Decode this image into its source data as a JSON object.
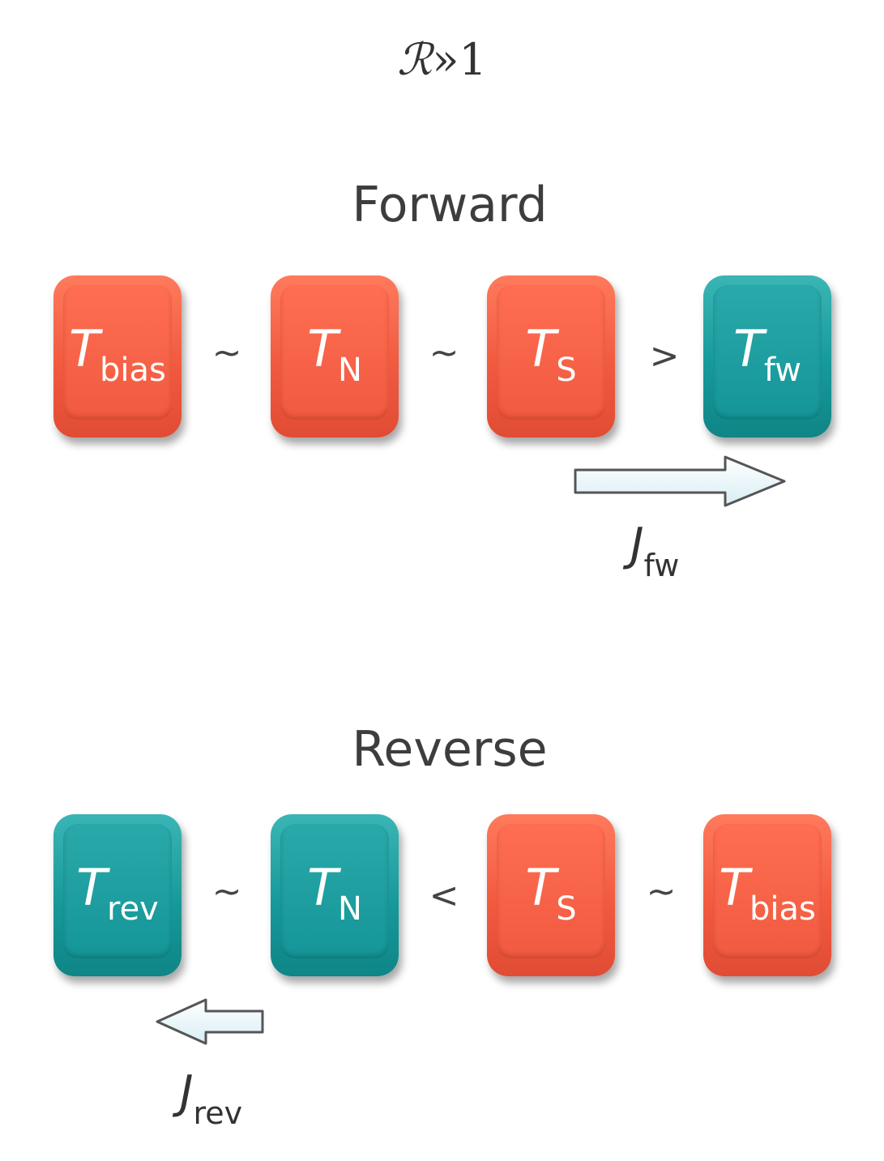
{
  "title": {
    "symbol": "ℛ",
    "relation": "»",
    "value": "1"
  },
  "forward": {
    "label": "Forward",
    "blocks": [
      {
        "main": "T",
        "sub": "bias",
        "color": "#f15a3f"
      },
      {
        "main": "T",
        "sub": "N",
        "color": "#f15a3f"
      },
      {
        "main": "T",
        "sub": "S",
        "color": "#f15a3f"
      },
      {
        "main": "T",
        "sub": "fw",
        "color": "#16999a"
      }
    ],
    "relations": [
      "~",
      "~",
      ">"
    ],
    "current": {
      "main": "J",
      "sub": "fw"
    }
  },
  "reverse": {
    "label": "Reverse",
    "blocks": [
      {
        "main": "T",
        "sub": "rev",
        "color": "#16999a"
      },
      {
        "main": "T",
        "sub": "N",
        "color": "#16999a"
      },
      {
        "main": "T",
        "sub": "S",
        "color": "#f15a3f"
      },
      {
        "main": "T",
        "sub": "bias",
        "color": "#f15a3f"
      }
    ],
    "relations": [
      "~",
      "<",
      "~"
    ],
    "current": {
      "main": "J",
      "sub": "rev"
    }
  }
}
